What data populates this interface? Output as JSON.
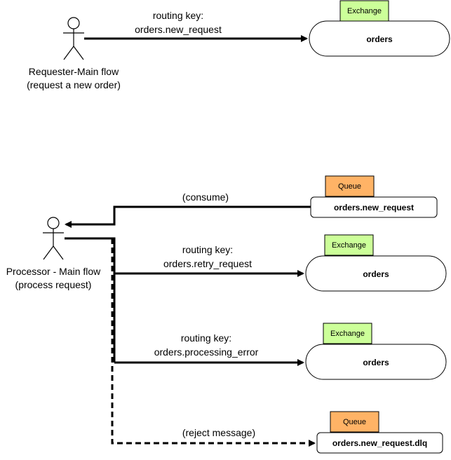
{
  "colors": {
    "exchange_tag": "#ccff99",
    "queue_tag": "#ffb366",
    "line": "#000000",
    "node_fill": "#ffffff"
  },
  "actors": {
    "requester": {
      "line1": "Requester-Main flow",
      "line2": "(request a new order)"
    },
    "processor": {
      "line1": "Processor - Main flow",
      "line2": "(process request)"
    }
  },
  "nodes": {
    "exchange_top": {
      "tag": "Exchange",
      "label": "orders"
    },
    "queue_new_request": {
      "tag": "Queue",
      "label": "orders.new_request"
    },
    "exchange_retry": {
      "tag": "Exchange",
      "label": "orders"
    },
    "exchange_error": {
      "tag": "Exchange",
      "label": "orders"
    },
    "queue_dlq": {
      "tag": "Queue",
      "label": "orders.new_request.dlq"
    }
  },
  "edges": {
    "new_request": {
      "line1": "routing key:",
      "line2": "orders.new_request"
    },
    "consume": {
      "label": "(consume)"
    },
    "retry_request": {
      "line1": "routing key:",
      "line2": "orders.retry_request"
    },
    "processing_error": {
      "line1": "routing key:",
      "line2": "orders.processing_error"
    },
    "reject": {
      "label": "(reject message)"
    }
  }
}
